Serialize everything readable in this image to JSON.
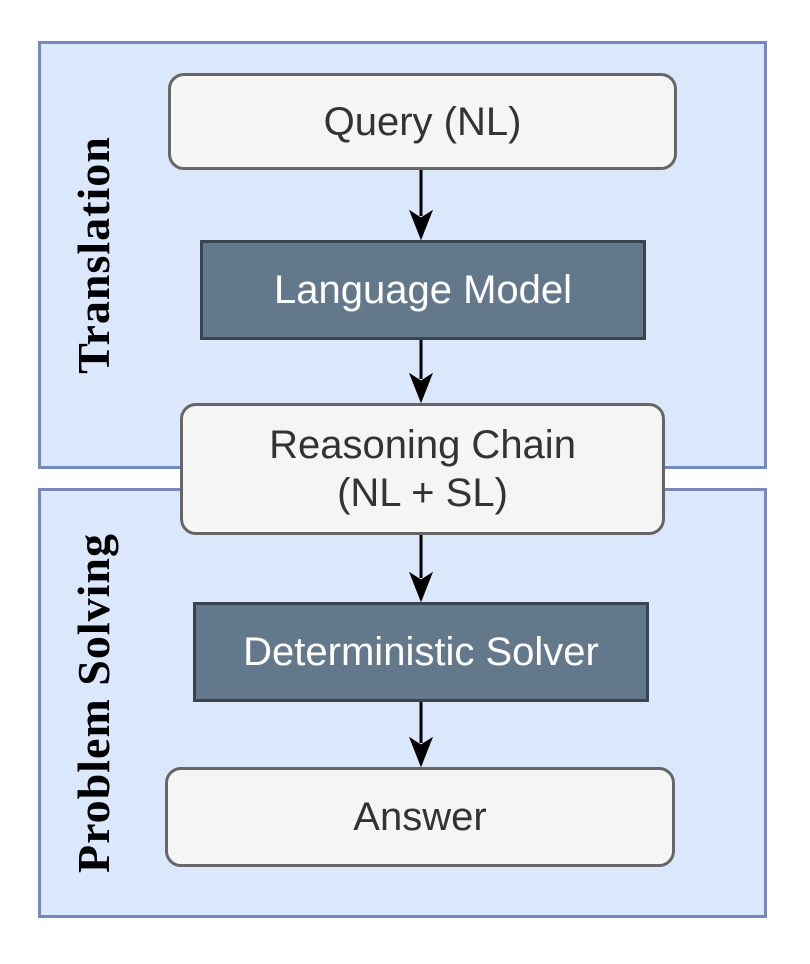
{
  "diagram": {
    "sections": [
      {
        "label": "Translation"
      },
      {
        "label": "Problem Solving"
      }
    ],
    "nodes": {
      "query": {
        "label": "Query (NL)"
      },
      "language_model": {
        "label": "Language Model"
      },
      "reasoning_chain": {
        "label": "Reasoning Chain",
        "label_line2": "(NL + SL)"
      },
      "deterministic_solver": {
        "label": "Deterministic Solver"
      },
      "answer": {
        "label": "Answer"
      }
    },
    "colors": {
      "section_fill": "#dbe7fb",
      "section_border": "#7589bd",
      "section_label_text": "#000000",
      "artifact_fill": "#f5f5f5",
      "artifact_border": "#666666",
      "artifact_text": "#333333",
      "process_fill": "#64788c",
      "process_border": "#39454e",
      "process_text": "#ffffff",
      "arrow": "#000000"
    }
  }
}
